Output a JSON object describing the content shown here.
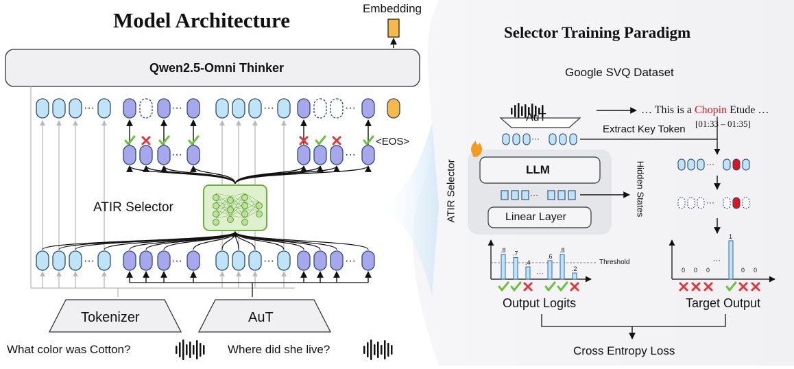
{
  "left": {
    "title": "Model Architecture",
    "embedding_label": "Embedding",
    "thinker_label": "Qwen2.5-Omni Thinker",
    "eos_label": "<EOS>",
    "selector_label": "ATIR Selector",
    "tokenizer_label": "Tokenizer",
    "aut_label": "AuT",
    "question1": "What color was Cotton?",
    "question2": "Where did she live?",
    "ellipsis": "···"
  },
  "right": {
    "title": "Selector Training Paradigm",
    "dataset_label": "Google SVQ Dataset",
    "transcript_prefix": "… This is a ",
    "transcript_key": "Chopin",
    "transcript_suffix": " Etude …",
    "timestamp": "[01:33 – 01:35]",
    "aut_label": "AuT",
    "extract_label": "Extract Key Token",
    "selector_vertical": "ATIR Selector",
    "llm_label": "LLM",
    "linear_label": "Linear Layer",
    "hidden_states_label": "Hidden States",
    "threshold_label": "Threshold",
    "output_logits_label": "Output Logits",
    "target_output_label": "Target Output",
    "loss_label": "Cross Entropy Loss",
    "ellipsis": "···",
    "output_logits": [
      ".8",
      ".7",
      ".4",
      ".6",
      ".8",
      ".2"
    ],
    "target_values": [
      "0",
      "0",
      "0",
      "1",
      "0",
      "0"
    ]
  },
  "colors": {
    "token_blue": "#bfe3f7",
    "token_purple": "#a7a7ee",
    "eos_orange": "#f6b94b",
    "key_red": "#e0141e",
    "check_green": "#6cbf3c",
    "cross_red": "#e0353a",
    "panel_gray": "#f2f2f4"
  }
}
